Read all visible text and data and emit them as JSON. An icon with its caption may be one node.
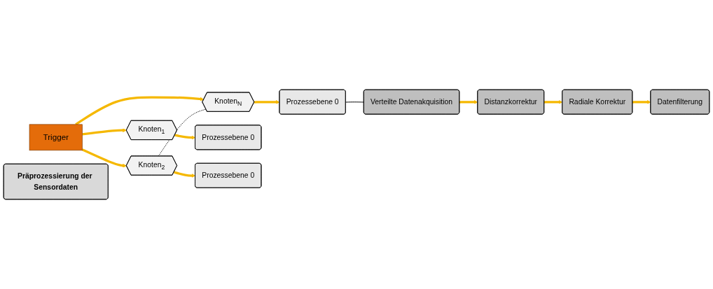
{
  "diagram": {
    "nodes": [
      {
        "text": [
          "Trigger"
        ]
      },
      {
        "text": [
          "Knoten$_{1}$"
        ]
      },
      {
        "text": [
          "Knoten$_{2}$"
        ]
      },
      {
        "text": [
          "Knoten$_{N}$"
        ]
      },
      {
        "text": [
          "Prozessebene 0"
        ]
      },
      {
        "text": [
          "Prozessebene 0"
        ]
      },
      {
        "text": [
          "Prozessebene 0"
        ]
      },
      {
        "text": [
          "Verteilte Datenakquisition"
        ]
      },
      {
        "text": [
          "Distanzkorrektur"
        ]
      },
      {
        "text": [
          "Radiale Korrektur"
        ]
      },
      {
        "text": [
          "Datenfilterung"
        ]
      },
      {
        "text": [
          "Präprozessierung der Sensordaten"
        ]
      }
    ],
    "edges": [
      {
        "from": 0,
        "to": 1,
        "arrow": "to"
      },
      {
        "from": 0,
        "to": 2,
        "arrow": "to"
      },
      {
        "from": 0,
        "to": 3,
        "arrow": "to"
      },
      {
        "from": 2,
        "to": 3,
        "arrow": "none",
        "style": "dashed",
        "color": "#000000"
      },
      {
        "from": 1,
        "to": 4,
        "arrow": "to"
      },
      {
        "from": 2,
        "to": 5,
        "arrow": "to"
      },
      {
        "from": 3,
        "to": 6,
        "arrow": "to"
      },
      {
        "from": 6,
        "to": 7,
        "arrow": "none",
        "color": "#000000"
      },
      {
        "from": 7,
        "to": 8,
        "arrow": "to"
      },
      {
        "from": 8,
        "to": 9,
        "arrow": "to"
      },
      {
        "from": 9,
        "to": 10,
        "arrow": "to"
      }
    ]
  }
}
